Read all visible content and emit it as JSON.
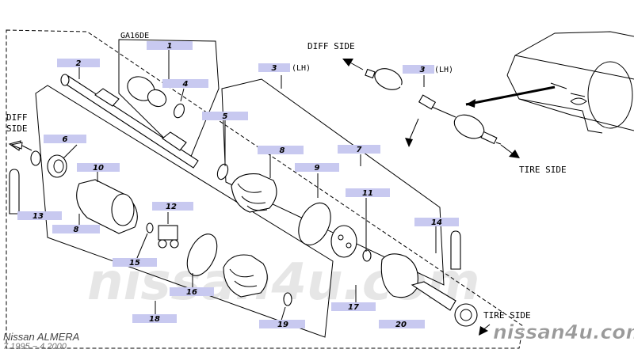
{
  "model_label": "GA16DE",
  "labels": {
    "diff_side_top": "DIFF SIDE",
    "diff_side_left_1": "DIFF",
    "diff_side_left_2": "SIDE",
    "tire_side_right": "TIRE SIDE",
    "tire_side_bottom": "TIRE SIDE"
  },
  "callouts": [
    {
      "id": "c1",
      "text": "1"
    },
    {
      "id": "c2",
      "text": "2"
    },
    {
      "id": "c3a",
      "text": "3"
    },
    {
      "id": "c3b",
      "text": "3"
    },
    {
      "id": "c4",
      "text": "4"
    },
    {
      "id": "c5",
      "text": "5"
    },
    {
      "id": "c6",
      "text": "6"
    },
    {
      "id": "c7",
      "text": "7"
    },
    {
      "id": "c8a",
      "text": "8"
    },
    {
      "id": "c8b",
      "text": "8"
    },
    {
      "id": "c9",
      "text": "9"
    },
    {
      "id": "c10",
      "text": "10"
    },
    {
      "id": "c11",
      "text": "11"
    },
    {
      "id": "c12",
      "text": "12"
    },
    {
      "id": "c13",
      "text": "13"
    },
    {
      "id": "c14",
      "text": "14"
    },
    {
      "id": "c15",
      "text": "15"
    },
    {
      "id": "c16",
      "text": "16"
    },
    {
      "id": "c17",
      "text": "17"
    },
    {
      "id": "c18",
      "text": "18"
    },
    {
      "id": "c19",
      "text": "19"
    },
    {
      "id": "c20",
      "text": "20"
    }
  ],
  "lh_suffix": "(LH)",
  "watermark_center": "nissan4u.com",
  "watermark_corner": "nissan4u.com",
  "footer": {
    "brand": "Nissan ALMERA",
    "years": "7.1995 − 4.2000"
  },
  "colors": {
    "callout_highlight": "#c8c9f0",
    "watermark": "#e6e6e6",
    "corner_watermark": "#9a9a9a"
  }
}
